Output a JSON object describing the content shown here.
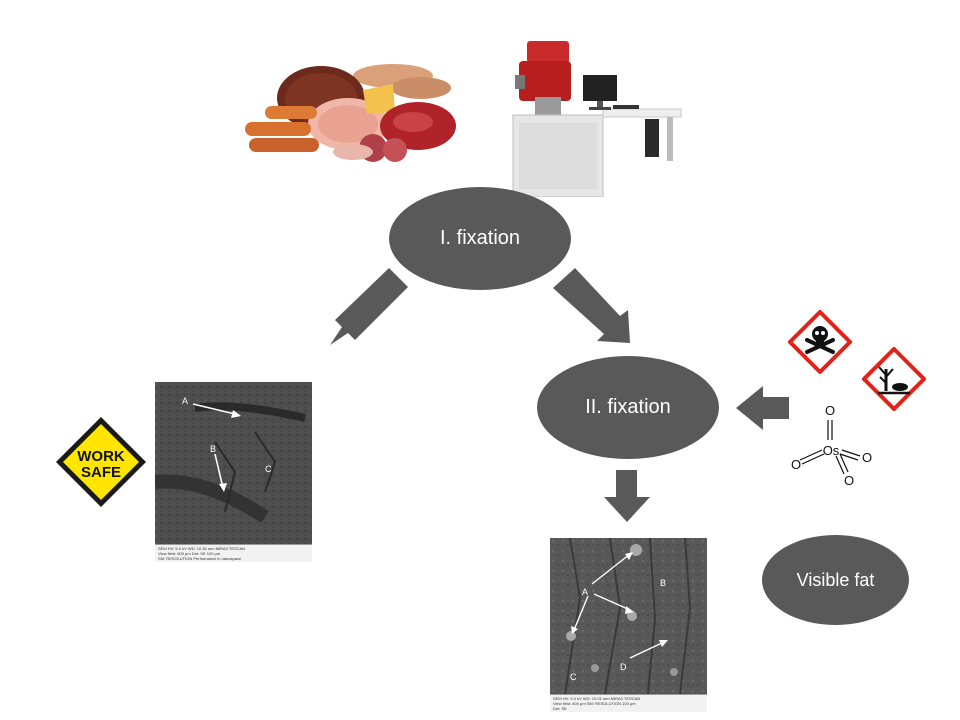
{
  "nodes": {
    "fixation_1": "I. fixation",
    "fixation_2": "II. fixation",
    "visible_fat": "Visible fat"
  },
  "work_safe_sign": {
    "line1": "WORK",
    "line2": "SAFE"
  },
  "osmium_tetroxide": {
    "center": "Os",
    "oxygen": "O"
  },
  "micrograph_1": {
    "labels": [
      "A",
      "B",
      "C"
    ],
    "footer": [
      "SEM HV: 5.0 kV",
      "WD: 10.30 mm",
      "MIRA3 TESCAN",
      "View field: 600 μm",
      "Det: SE",
      "100 μm",
      "SM: RESOLUTION",
      "Performance in nanospace"
    ]
  },
  "micrograph_2": {
    "labels": [
      "A",
      "B",
      "C",
      "D"
    ],
    "footer": [
      "SEM HV: 5.0 kV",
      "WD: 10.01 mm",
      "MIRA3 TESCAN",
      "View field: 600 μm",
      "SM: RESOLUTION",
      "100 μm",
      "Det: SE"
    ]
  },
  "colors": {
    "node_fill": "#595959",
    "arrow_fill": "#595959",
    "hazard_red": "#e2231a",
    "work_safe_yellow": "#ffe500"
  },
  "icons": [
    "meat-products-image",
    "sem-microscope-image",
    "toxic-hazard-icon",
    "environmental-hazard-icon",
    "work-safe-sign-icon"
  ]
}
